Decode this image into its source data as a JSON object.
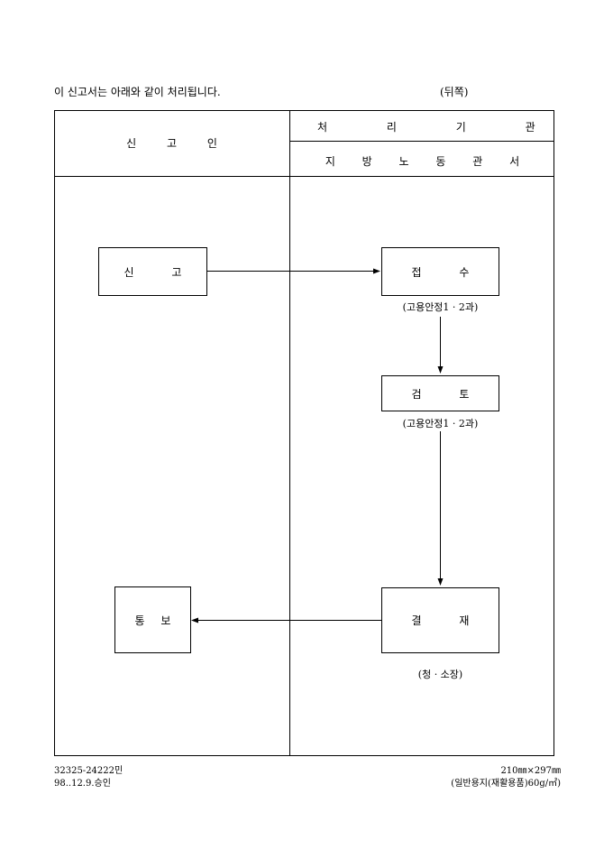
{
  "notice": "이 신고서는 아래와 같이 처리됩니다.",
  "back_side": "(뒤쪽)",
  "header": {
    "applicant": "신 고 인",
    "processor": "처 리 기 관",
    "office": "지 방 노 동 관 서"
  },
  "left": {
    "report": "신 고",
    "notify": "통 보"
  },
  "right": {
    "receipt": "접 수",
    "receipt_dept": "(고용안정1 · 2과)",
    "review": "검 토",
    "review_dept": "(고용안정1 · 2과)",
    "approval": "결 재",
    "approval_by": "(청 · 소장)"
  },
  "footer": {
    "code": "32325-24222민",
    "approved": "98..12.9.승인",
    "size": "210㎜×297㎜",
    "paper": "(일반용지(재활용품)60g/㎡)"
  }
}
